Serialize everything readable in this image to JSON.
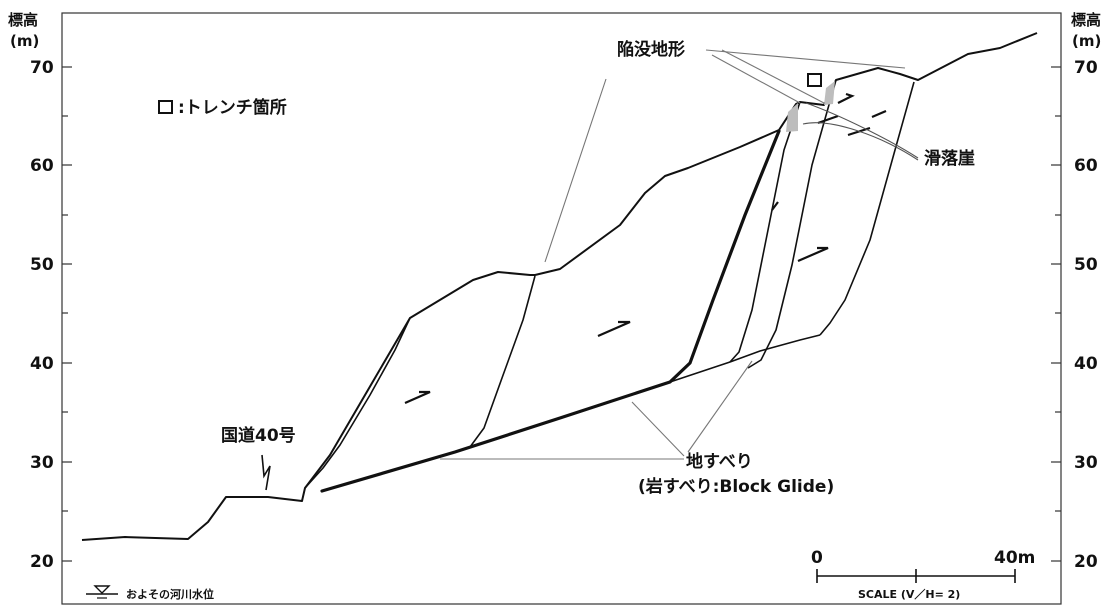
{
  "axis": {
    "unit_top": "標高",
    "unit_bottom": "(m)",
    "ticks": [
      "70",
      "60",
      "50",
      "40",
      "30",
      "20"
    ]
  },
  "legend": {
    "trench_symbol": "□",
    "trench_label": ":トレンチ箇所",
    "water_symbol": "▽",
    "water_label": "およその河川水位"
  },
  "labels": {
    "depression": "陥没地形",
    "scarp": "滑落崖",
    "road": "国道40号",
    "landslide_line1": "地すべり",
    "landslide_line2": "(岩すべり:Block Glide)"
  },
  "scale": {
    "start": "0",
    "end": "40m",
    "caption": "SCALE (V／H= 2)"
  },
  "colors": {
    "line": "#111111",
    "leader": "#777777",
    "scarp_fill": "#bdbdbd"
  }
}
